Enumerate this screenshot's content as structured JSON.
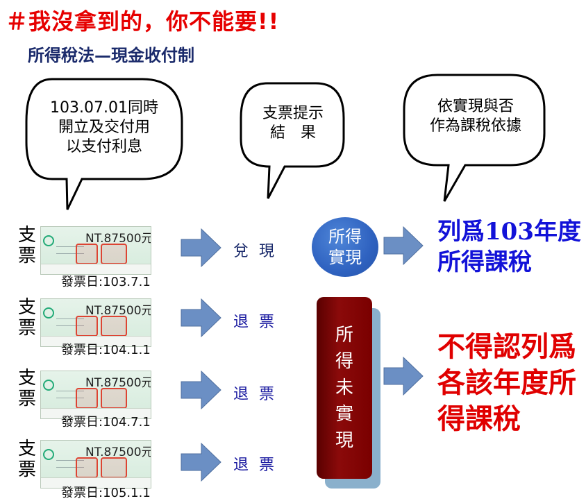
{
  "title": "＃我沒拿到的，你不能要!!",
  "subtitle": "所得稅法—現金收付制",
  "bubbles": [
    {
      "lines": [
        "103.07.01同時",
        "開立及交付用",
        "以支付利息"
      ]
    },
    {
      "lines": [
        "支票提示",
        "結　果"
      ]
    },
    {
      "lines": [
        "依實現與否",
        "作為課稅依據"
      ]
    }
  ],
  "cheques": [
    {
      "label": "支票",
      "amount": "NT.87500元",
      "issue_date": "發票日:103.7.1",
      "result": "兌 現"
    },
    {
      "label": "支票",
      "amount": "NT.87500元",
      "issue_date": "發票日:104.1.1",
      "result": "退 票"
    },
    {
      "label": "支票",
      "amount": "NT.87500元",
      "issue_date": "發票日:104.7.1",
      "result": "退 票"
    },
    {
      "label": "支票",
      "amount": "NT.87500元",
      "issue_date": "發票日:105.1.1",
      "result": "退 票"
    }
  ],
  "realized": {
    "text": [
      "所得",
      "實現"
    ]
  },
  "unrealized": {
    "text": [
      "所",
      "得",
      "未",
      "實",
      "現"
    ]
  },
  "outcome_realized": [
    "列爲103年度",
    "所得課稅"
  ],
  "outcome_unrealized": [
    "不得認列爲",
    "各該年度所",
    "得課稅"
  ],
  "colors": {
    "title_red": "#e60000",
    "subtitle_navy": "#1a2a6b",
    "arrow_blue": "#6b8fc4",
    "circle_blue": "#2f62c0",
    "box_maroon": "#7a0000",
    "outcome_blue": "#1212d8",
    "outcome_red": "#e00000"
  }
}
